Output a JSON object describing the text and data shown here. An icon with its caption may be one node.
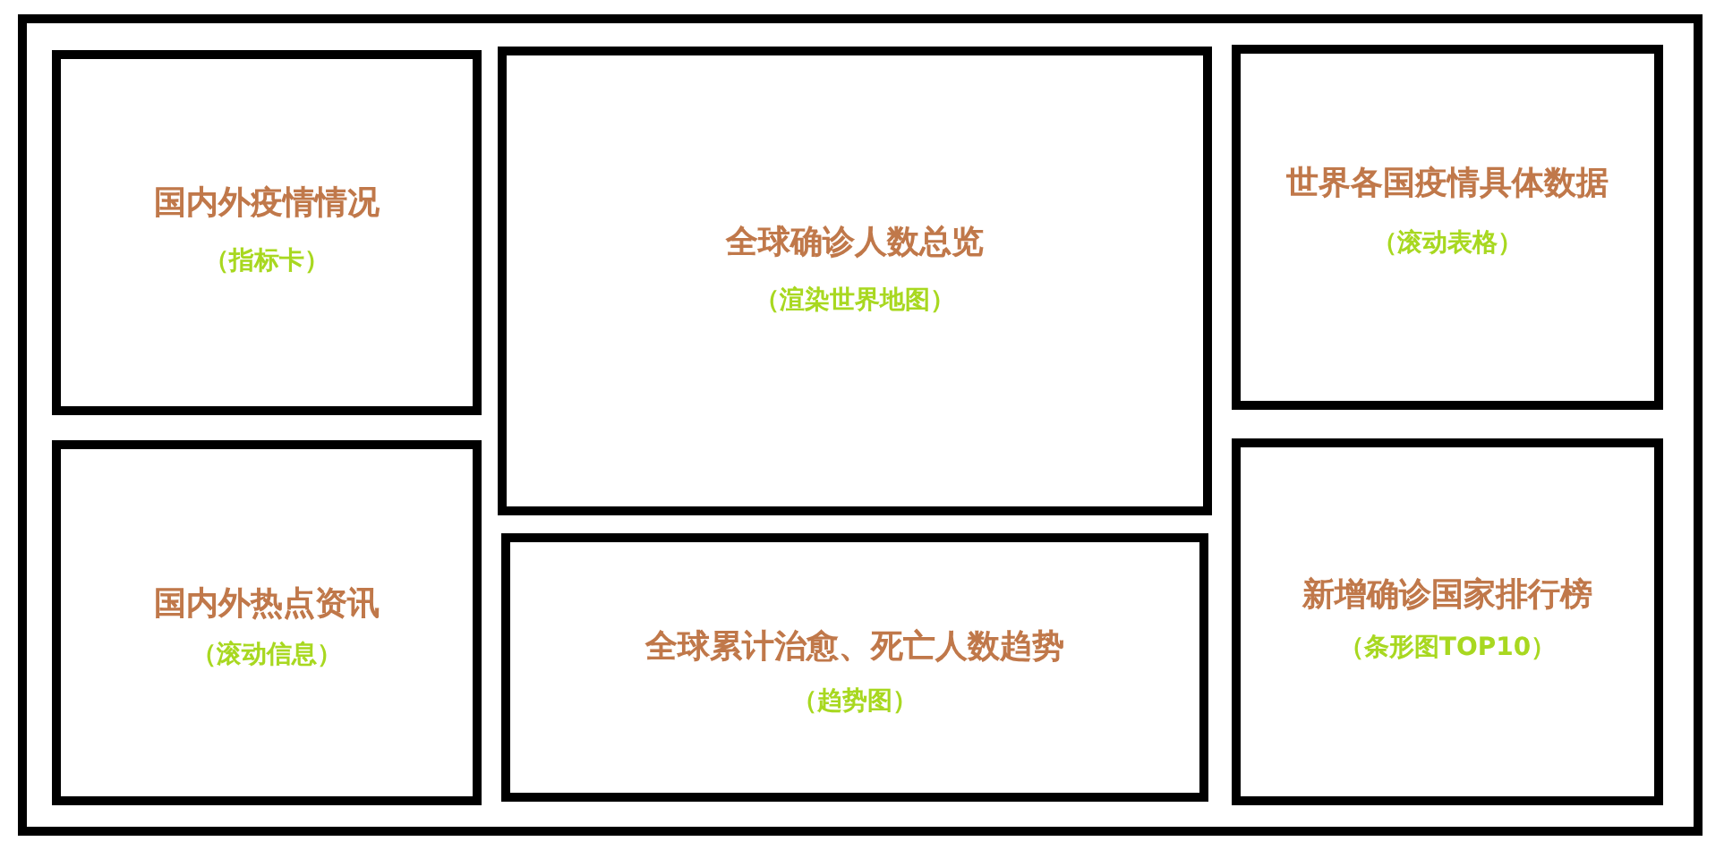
{
  "diagram": {
    "nodes": [
      {
        "text": [],
        "shape": "box"
      },
      {
        "text": [
          "国内外疫情情况",
          "（指标卡）"
        ],
        "in": 0
      },
      {
        "text": [
          "全球确诊人数总览",
          "（渲染世界地图）"
        ],
        "in": 0
      },
      {
        "text": [
          "世界各国疫情具体数据",
          "（滚动表格）"
        ],
        "in": 0
      },
      {
        "text": [
          "国内外热点资讯",
          "（滚动信息）"
        ],
        "in": 0
      },
      {
        "text": [
          "全球累计治愈、死亡人数趋势",
          "（趋势图）"
        ],
        "in": 0
      },
      {
        "text": [
          "新增确诊国家排行榜",
          "（条形图TOP10）"
        ],
        "in": 0
      }
    ],
    "edges": []
  }
}
